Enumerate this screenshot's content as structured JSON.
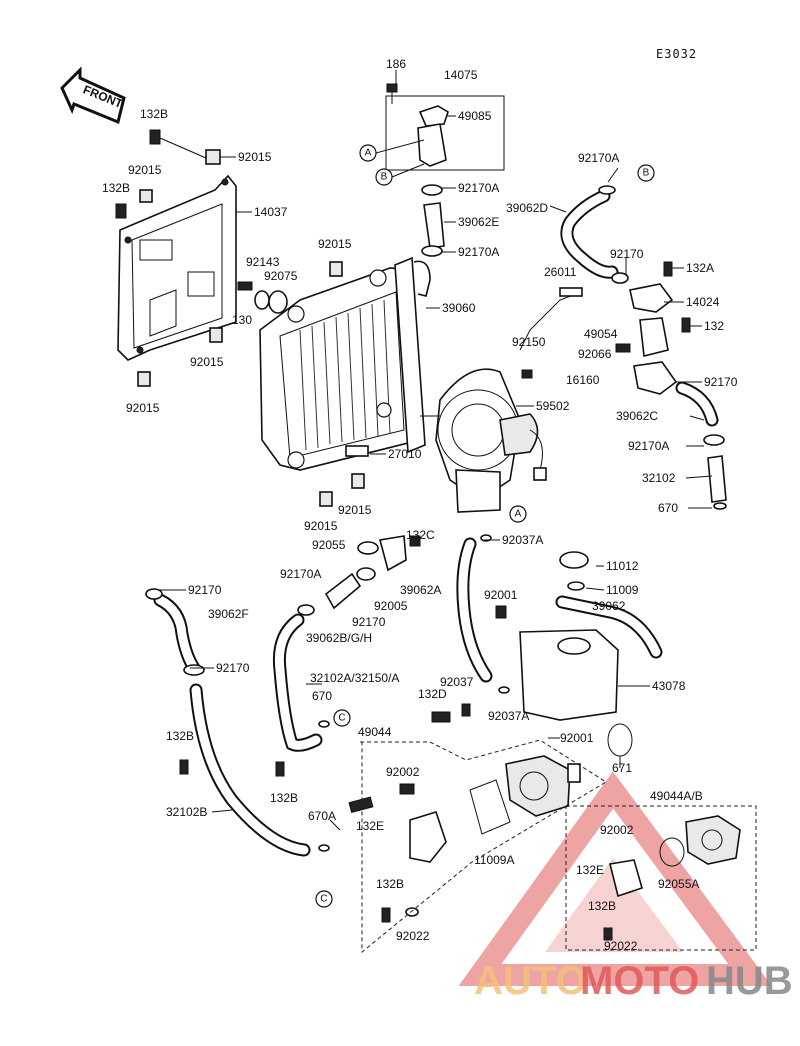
{
  "diagram_code": "E3032",
  "front_arrow_label": "FRONT",
  "callout_letters": {
    "a": "A",
    "b": "B",
    "c": "C"
  },
  "labels": {
    "p186": "186",
    "p14075": "14075",
    "p49085": "49085",
    "p132B_top": "132B",
    "p92015_a": "92015",
    "p92015_b": "92015",
    "p132B_b": "132B",
    "p14037": "14037",
    "p92170A_a": "92170A",
    "p39062E": "39062E",
    "p92170A_b": "92170A",
    "p92170A_c": "92170A",
    "p39062D": "39062D",
    "p92015_c": "92015",
    "p92143": "92143",
    "p92075": "92075",
    "p130": "130",
    "p26011": "26011",
    "p92170_a": "92170",
    "p132A": "132A",
    "p14024": "14024",
    "p39060": "39060",
    "p49054": "49054",
    "p132_r": "132",
    "p92015_d": "92015",
    "p92015_e": "92015",
    "p92150": "92150",
    "p92066": "92066",
    "p16160": "16160",
    "p92170_b": "92170",
    "p59502": "59502",
    "p39062C": "39062C",
    "p92170A_d": "92170A",
    "p27010": "27010",
    "p32102": "32102",
    "p670_a": "670",
    "p92015_f": "92015",
    "p92015_g": "92015",
    "p132C": "132C",
    "p92037A_a": "92037A",
    "p92055": "92055",
    "p11012": "11012",
    "p92170_c": "92170",
    "p92170A_e": "92170A",
    "p39062A": "39062A",
    "p11009": "11009",
    "p39062F": "39062F",
    "p92005": "92005",
    "p92001_a": "92001",
    "p39062": "39062",
    "p92170_d": "92170",
    "p39062BGH": "39062B/G/H",
    "p92170_e": "92170",
    "p32102A": "32102A/32150/A",
    "p670_b": "670",
    "p92037": "92037",
    "p43078": "43078",
    "p132D": "132D",
    "p92037A_b": "92037A",
    "p132B_c": "132B",
    "p49044": "49044",
    "p92001_b": "92001",
    "p132B_d": "132B",
    "p92002_a": "92002",
    "p671": "671",
    "p49044AB": "49044A/B",
    "p32102B": "32102B",
    "p670A": "670A",
    "p132E_a": "132E",
    "p11009A": "11009A",
    "p92002_b": "92002",
    "p132E_b": "132E",
    "p92055A": "92055A",
    "p132B_e": "132B",
    "p92022_a": "92022",
    "p132B_f": "132B",
    "p92022_b": "92022"
  },
  "watermark": {
    "part1": "AUTO",
    "part2": "MOTO",
    "part3": "HUB",
    "color1": "#f5c07a",
    "color2": "#e25a5a",
    "color3": "#888888"
  }
}
